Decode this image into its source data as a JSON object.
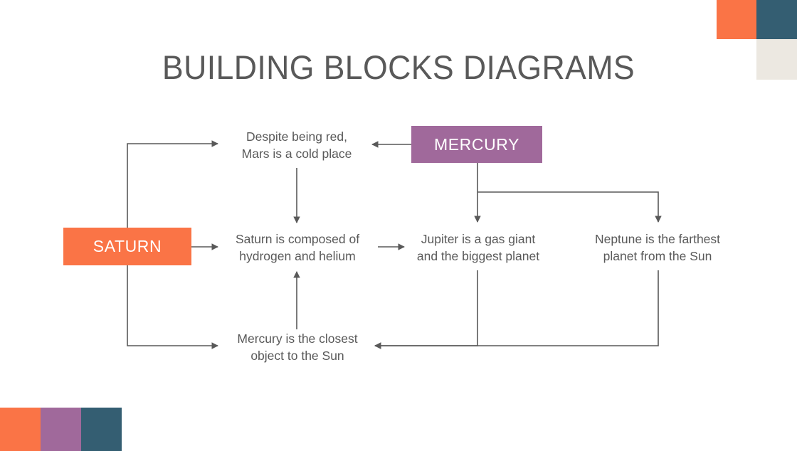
{
  "slide": {
    "title": "BUILDING BLOCKS DIAGRAMS",
    "background_color": "#ffffff"
  },
  "palette": {
    "orange": "#fa7446",
    "purple": "#a0699b",
    "teal": "#345e72",
    "cream": "#ece8e1",
    "text_gray": "#595959",
    "connector_gray": "#595959"
  },
  "decorations": [
    {
      "name": "top-right-orange-square",
      "color": "#fa7446"
    },
    {
      "name": "top-right-teal-square",
      "color": "#345e72"
    },
    {
      "name": "top-right-cream-square",
      "color": "#ece8e1"
    },
    {
      "name": "bottom-left-orange-square",
      "color": "#fa7446"
    },
    {
      "name": "bottom-left-purple-square",
      "color": "#a0699b"
    },
    {
      "name": "bottom-left-teal-square",
      "color": "#345e72"
    }
  ],
  "diagram": {
    "type": "flowchart",
    "boxes": [
      {
        "id": "saturn",
        "label": "SATURN",
        "fill": "#fa7446",
        "text_color": "#ffffff"
      },
      {
        "id": "mercury",
        "label": "MERCURY",
        "fill": "#a0699b",
        "text_color": "#ffffff"
      }
    ],
    "text_nodes": [
      {
        "id": "mars",
        "label": "Despite being red,\nMars is a cold place"
      },
      {
        "id": "saturn_desc",
        "label": "Saturn is composed of\nhydrogen and helium"
      },
      {
        "id": "jupiter",
        "label": "Jupiter is a gas giant\nand the biggest planet"
      },
      {
        "id": "neptune",
        "label": "Neptune is the farthest\nplanet from the Sun"
      },
      {
        "id": "mercury_desc",
        "label": "Mercury is the closest\nobject to the Sun"
      }
    ],
    "connections": [
      {
        "from": "saturn",
        "to": "mars",
        "style": "elbow-up-right"
      },
      {
        "from": "saturn",
        "to": "saturn_desc",
        "style": "straight-right"
      },
      {
        "from": "saturn",
        "to": "mercury_desc",
        "style": "elbow-down-right"
      },
      {
        "from": "mercury",
        "to": "mars",
        "style": "straight-left"
      },
      {
        "from": "mercury",
        "to": "jupiter",
        "style": "straight-down"
      },
      {
        "from": "mercury",
        "to": "neptune",
        "style": "elbow-down-right"
      },
      {
        "from": "mars",
        "to": "saturn_desc",
        "style": "straight-down"
      },
      {
        "from": "saturn_desc",
        "to": "jupiter",
        "style": "straight-right"
      },
      {
        "from": "mercury_desc",
        "to": "saturn_desc",
        "style": "straight-up"
      },
      {
        "from": "jupiter",
        "to": "mercury_desc",
        "style": "elbow-down-left"
      },
      {
        "from": "neptune",
        "to": "mercury_desc",
        "style": "elbow-down-left"
      }
    ]
  }
}
